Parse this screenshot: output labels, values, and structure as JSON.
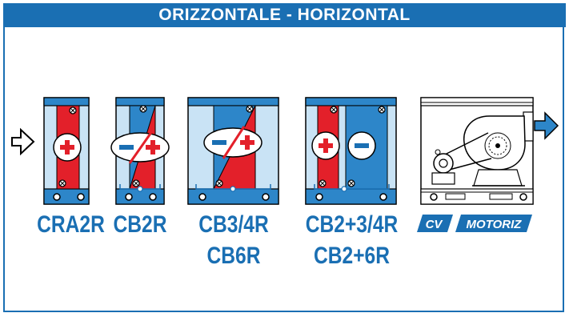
{
  "title": "ORIZZONTALE - HORIZONTAL",
  "units": [
    {
      "label": "CRA2R"
    },
    {
      "label": "CB2R"
    },
    {
      "label_line1": "CB3/4R",
      "label_line2": "CB6R"
    },
    {
      "label_line1": "CB2+3/4R",
      "label_line2": "CB2+6R"
    }
  ],
  "fan_section": {
    "badge_left": "CV",
    "badge_right": "MOTORIZ"
  },
  "colors": {
    "brand_blue": "#1a6fb3",
    "coil_blue": "#2d86c9",
    "panel_light": "#c9e3f5",
    "heat_red": "#e3202a"
  },
  "icons": [
    "airflow-in-arrow-icon",
    "airflow-out-arrow-icon",
    "plus-icon",
    "minus-icon"
  ]
}
